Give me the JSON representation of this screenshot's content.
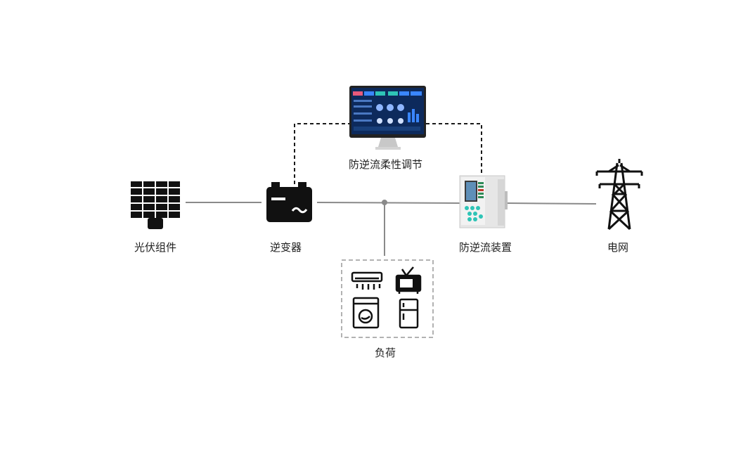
{
  "nodes": {
    "pv": {
      "label": "光伏组件",
      "icon": "solar-panel-icon"
    },
    "inverter": {
      "label": "逆变器",
      "icon": "inverter-icon"
    },
    "monitor": {
      "label": "防逆流柔性调节",
      "icon": "monitor-dashboard-icon"
    },
    "protector": {
      "label": "防逆流装置",
      "icon": "anti-backflow-device-icon"
    },
    "grid": {
      "label": "电网",
      "icon": "transmission-tower-icon"
    },
    "load": {
      "label": "负荷",
      "items": [
        "air-conditioner-icon",
        "television-icon",
        "washing-machine-icon",
        "refrigerator-icon"
      ]
    }
  },
  "colors": {
    "line": "#8a8a8a",
    "dashed": "#1a1a1a",
    "icon": "#111111",
    "screen": "#0d2a5c",
    "device_body": "#e6e6e6",
    "device_button": "#2ec4b6"
  }
}
